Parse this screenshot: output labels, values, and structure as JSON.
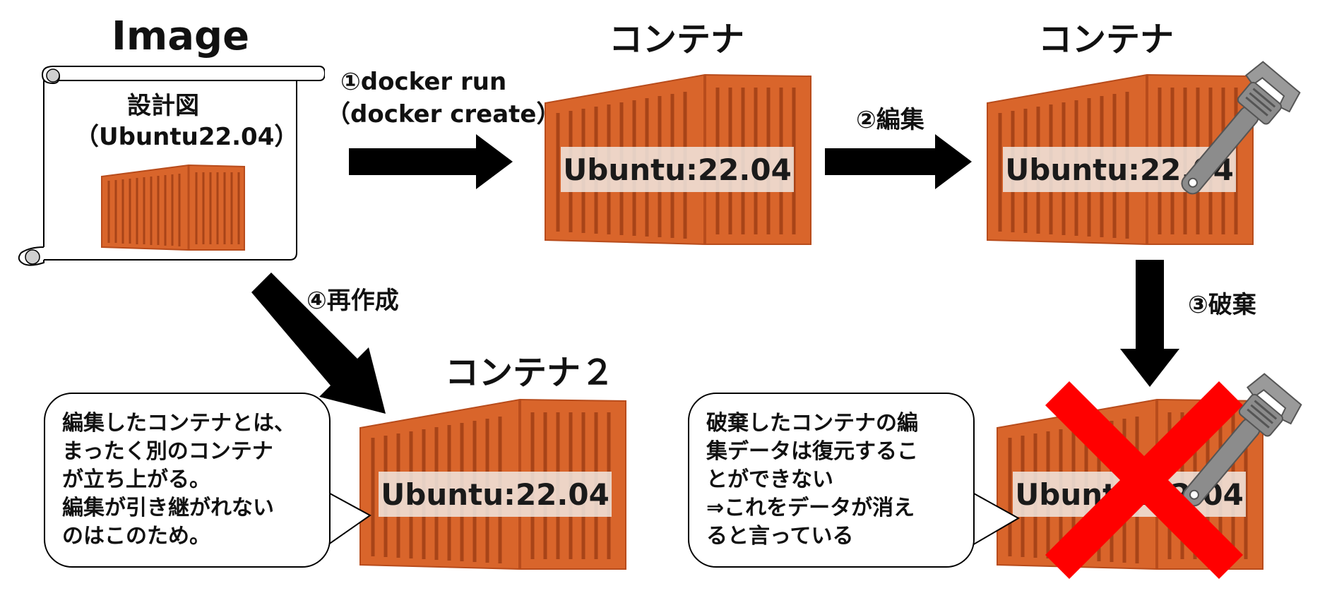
{
  "image_block": {
    "title": "Image",
    "scroll_title": "設計図",
    "scroll_subtitle": "（Ubuntu22.04）"
  },
  "containers": [
    {
      "title": "コンテナ",
      "plate": "Ubuntu:22.04"
    },
    {
      "title": "コンテナ",
      "plate": "Ubuntu:22.04"
    },
    {
      "title": "コンテナ２",
      "plate": "Ubuntu:22.04"
    },
    {
      "title": "",
      "plate": "Ubuntu:22.04"
    }
  ],
  "steps": {
    "run_line1": "①docker run",
    "run_line2": "（docker create）",
    "edit": "②編集",
    "destroy": "③破棄",
    "recreate": "④再作成"
  },
  "bubbles": {
    "left": [
      "編集したコンテナとは、",
      "まったく別のコンテナ",
      "が立ち上がる。",
      "編集が引き継がれない",
      "のはこのため。"
    ],
    "right": [
      "破棄したコンテナの編",
      "集データは復元するこ",
      "とができない",
      "⇒これをデータが消え",
      "ると言っている"
    ]
  },
  "colors": {
    "container_orange": "#d9652b",
    "container_dark": "#b84c1c",
    "arrow": "#000000",
    "cross": "#ff0000",
    "wrench": "#8c8c8c"
  },
  "icons": [
    "scroll-icon",
    "container-icon",
    "wrench-icon",
    "cross-icon",
    "arrow-icon"
  ]
}
